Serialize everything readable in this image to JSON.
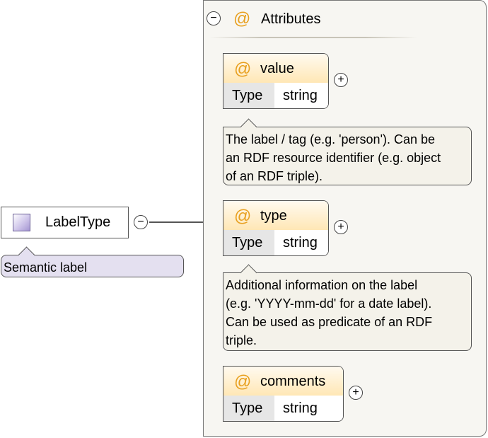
{
  "root": {
    "label": "LabelType",
    "toggle": "−",
    "annotation": "Semantic label"
  },
  "attributes_group": {
    "label": "Attributes",
    "icon": "@",
    "toggle": "−"
  },
  "attributes": [
    {
      "name": "value",
      "icon": "@",
      "type_key": "Type",
      "type_value": "string",
      "expand": "+",
      "note_lines": [
        "The label / tag (e.g. 'person'). Can be",
        "an RDF resource identifier (e.g. object",
        "of an RDF triple)."
      ]
    },
    {
      "name": "type",
      "icon": "@",
      "type_key": "Type",
      "type_value": "string",
      "expand": "+",
      "note_lines": [
        "Additional information on the label",
        "(e.g. 'YYYY-mm-dd' for a date label).",
        "Can be used as predicate of an RDF",
        "triple."
      ]
    },
    {
      "name": "comments",
      "icon": "@",
      "type_key": "Type",
      "type_value": "string",
      "expand": "+"
    }
  ],
  "colors": {
    "attr_header": "#ffe7b5",
    "at_icon": "#e8a020",
    "root_annotation_bg": "#e4e0f0",
    "note_bg": "#f4f2ea",
    "type_key_bg": "#e6e6e6"
  }
}
